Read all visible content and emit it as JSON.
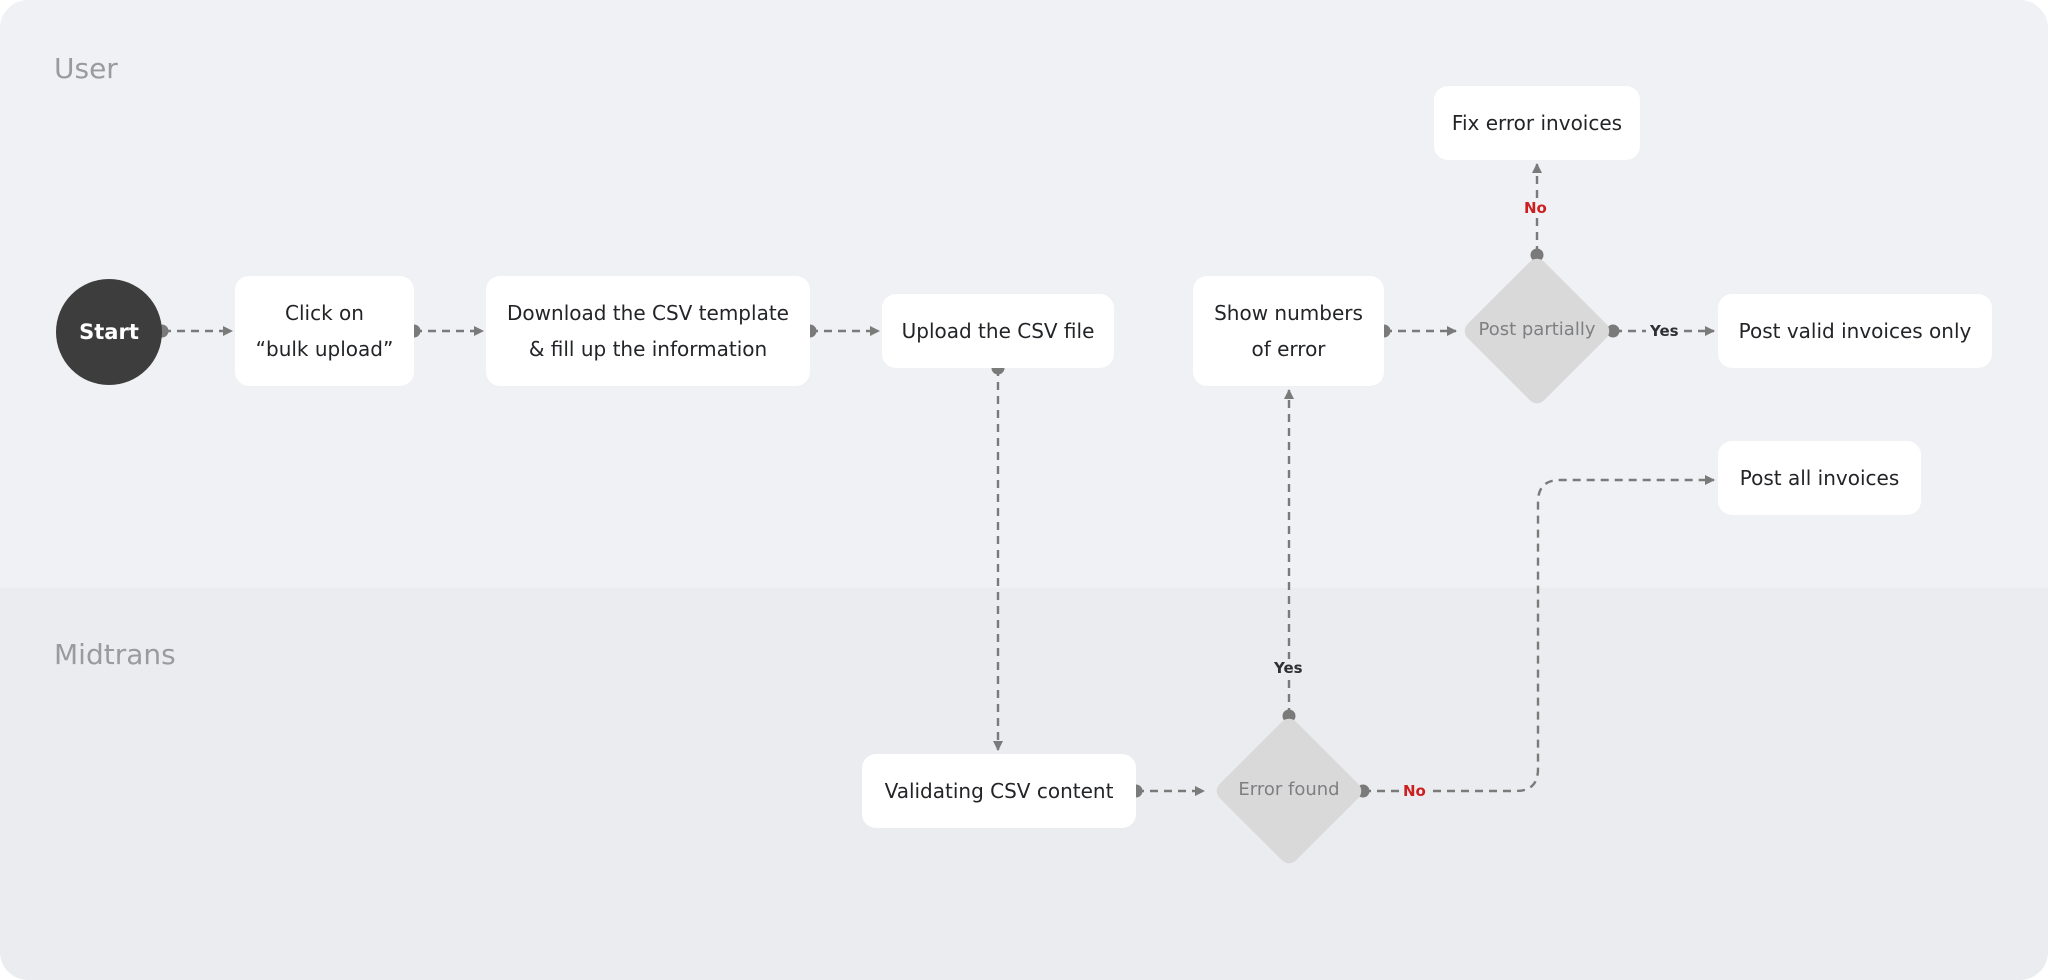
{
  "lanes": {
    "user": "User",
    "midtrans": "Midtrans"
  },
  "nodes": {
    "start": "Start",
    "click_line1": "Click on",
    "click_line2": "“bulk upload”",
    "download_line1": "Download the CSV template",
    "download_line2": "& fill up the information",
    "upload": "Upload the CSV file",
    "show_line1": "Show numbers",
    "show_line2": "of error",
    "fix": "Fix error invoices",
    "post_valid": "Post valid invoices only",
    "post_all": "Post all invoices",
    "validating": "Validating CSV content"
  },
  "decisions": {
    "post_partially": "Post partially",
    "error_found": "Error found"
  },
  "edge_labels": {
    "partial_no": "No",
    "partial_yes": "Yes",
    "error_yes": "Yes",
    "error_no": "No"
  },
  "colors": {
    "connector": "#7a7a7a",
    "yes_label": "#2f3033",
    "no_label": "#cc1f1f",
    "start_fill": "#3d3d3d",
    "decision_fill": "#d9d9d9"
  }
}
